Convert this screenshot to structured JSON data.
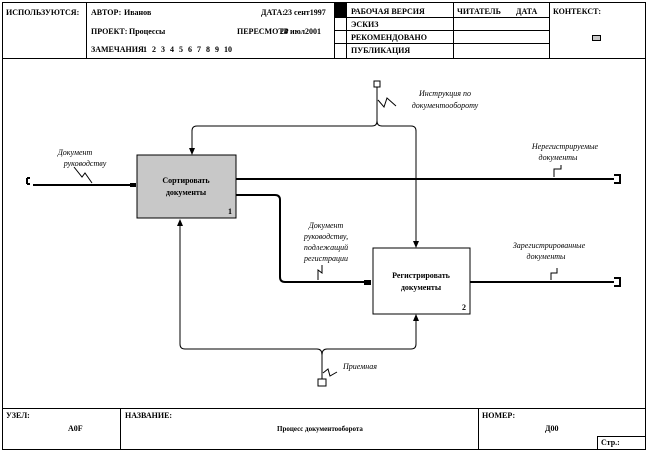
{
  "header": {
    "used_at_label": "ИСПОЛЬЗУЮТСЯ:",
    "author_label": "АВТОР:",
    "author_value": "Иванов",
    "date_label": "ДАТА:",
    "date_value": "23 сент1997",
    "project_label": "ПРОЕКТ:",
    "project_value": "Процессы",
    "revision_label": "ПЕРЕСМОТР",
    "revision_value": "24 июл2001",
    "notes_label": "ЗАМЕЧАНИЯ:",
    "notes_value": "1 2 3 4 5 6 7 8 9 10",
    "status_rows": [
      "РАБОЧАЯ ВЕРСИЯ",
      "ЭСКИЗ",
      "РЕКОМЕНДОВАНО",
      "ПУБЛИКАЦИЯ"
    ],
    "status_selected": 0,
    "reader_label": "ЧИТАТЕЛЬ",
    "reader_date_label": "ДАТА",
    "context_label": "КОНТЕКСТ:"
  },
  "diagram": {
    "activities": [
      {
        "name": "Сортировать документы",
        "lines": [
          "Сортировать",
          "документы"
        ],
        "number": "1",
        "color": "#c8c8c8"
      },
      {
        "name": "Регистрировать документы",
        "lines": [
          "Регистрировать",
          "документы"
        ],
        "number": "2",
        "color": "#ffffff"
      }
    ],
    "arrows": {
      "input": [
        "Документ",
        "руководству"
      ],
      "control": [
        "Инструкция по",
        "документообороту"
      ],
      "output_unreg": [
        "Нерегистрируемые",
        "документы"
      ],
      "intermediate": [
        "Документ",
        "руководству,",
        "подлежащий",
        "регистрации"
      ],
      "output_reg": [
        "Зарегистрированные",
        "документы"
      ],
      "mechanism": [
        "Приемная"
      ]
    }
  },
  "footer": {
    "node_label": "УЗЕЛ:",
    "node_value": "A0F",
    "title_label": "НАЗВАНИЕ:",
    "title_value": "Процесс документооборота",
    "number_label": "НОМЕР:",
    "number_value": "Д00",
    "page_label": "Стр.:"
  }
}
